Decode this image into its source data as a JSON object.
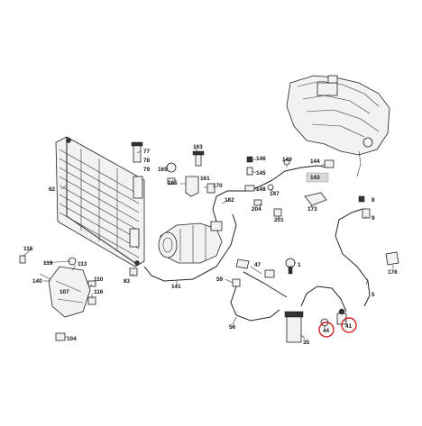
{
  "diagram": {
    "labels": [
      {
        "id": "l62",
        "text": "62"
      },
      {
        "id": "l77",
        "text": "77"
      },
      {
        "id": "l78",
        "text": "78"
      },
      {
        "id": "l79",
        "text": "79"
      },
      {
        "id": "l163",
        "text": "163"
      },
      {
        "id": "l165",
        "text": "165"
      },
      {
        "id": "l185",
        "text": "185"
      },
      {
        "id": "l161",
        "text": "161"
      },
      {
        "id": "l170",
        "text": "170"
      },
      {
        "id": "l182",
        "text": "182"
      },
      {
        "id": "l146",
        "text": "146"
      },
      {
        "id": "l145",
        "text": "145"
      },
      {
        "id": "l148",
        "text": "148"
      },
      {
        "id": "l149",
        "text": "149"
      },
      {
        "id": "l143",
        "text": "143"
      },
      {
        "id": "l144",
        "text": "144"
      },
      {
        "id": "l147",
        "text": "147"
      },
      {
        "id": "l204",
        "text": "204"
      },
      {
        "id": "l201",
        "text": "201"
      },
      {
        "id": "l173",
        "text": "173"
      },
      {
        "id": "l8",
        "text": "8"
      },
      {
        "id": "l9",
        "text": "9"
      },
      {
        "id": "l176",
        "text": "176"
      },
      {
        "id": "l5",
        "text": "5"
      },
      {
        "id": "l116a",
        "text": "116"
      },
      {
        "id": "l119",
        "text": "119"
      },
      {
        "id": "l113",
        "text": "113"
      },
      {
        "id": "l140",
        "text": "140"
      },
      {
        "id": "l107",
        "text": "107"
      },
      {
        "id": "l110",
        "text": "110"
      },
      {
        "id": "l116b",
        "text": "116"
      },
      {
        "id": "l83",
        "text": "83"
      },
      {
        "id": "l141",
        "text": "141"
      },
      {
        "id": "l47",
        "text": "47"
      },
      {
        "id": "l59",
        "text": "59"
      },
      {
        "id": "l56",
        "text": "56"
      },
      {
        "id": "l1",
        "text": "1"
      },
      {
        "id": "l35",
        "text": "35"
      },
      {
        "id": "l44",
        "text": "44"
      },
      {
        "id": "l41",
        "text": "41"
      },
      {
        "id": "l104",
        "text": "104"
      }
    ],
    "highlight_color": "#d42020"
  }
}
